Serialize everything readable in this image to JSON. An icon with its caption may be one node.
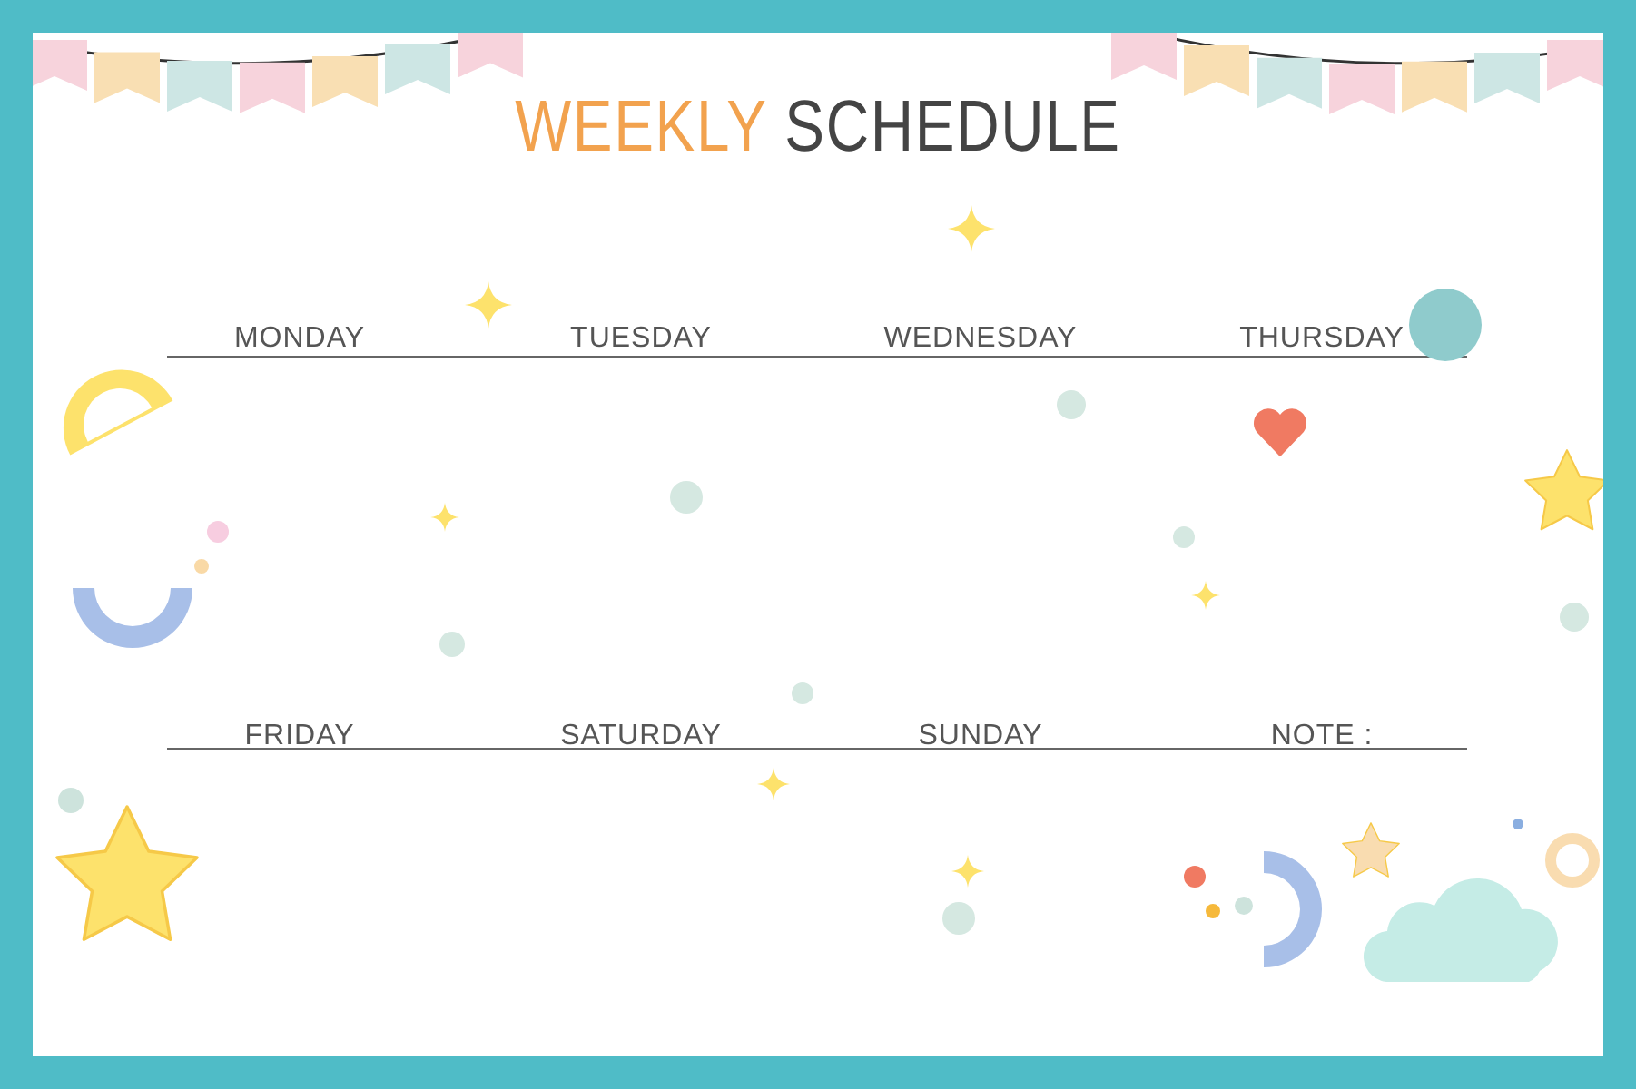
{
  "diagram": {
    "title": "WEEKLY SCHEDULE",
    "labels": [
      "MONDAY",
      "TUESDAY",
      "WEDNESDAY",
      "THURSDAY",
      "FRIDAY",
      "SATURDAY",
      "SUNDAY",
      "NOTE :"
    ]
  }
}
